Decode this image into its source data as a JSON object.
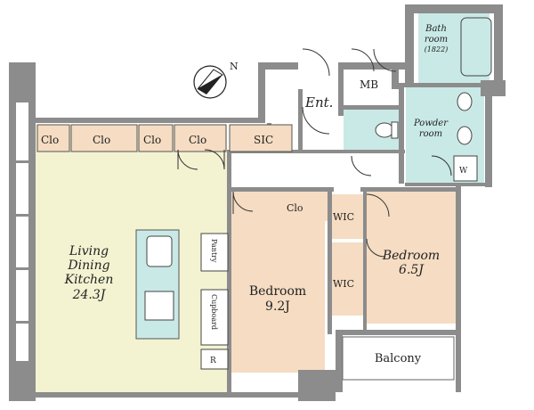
{
  "colors": {
    "wall": "#8c8c8c",
    "living_floor": "#f3f3d2",
    "bedroom_floor": "#f5dcc2",
    "wet_area": "#c9e9e6",
    "closet": "#f5dcc2",
    "counter": "#c9e9e6"
  },
  "icons": [
    "compass-icon"
  ],
  "compass": {
    "label": "N"
  },
  "rooms": {
    "ldk": {
      "line1": "Living",
      "line2": "Dining",
      "line3": "Kitchen",
      "size": "24.3J"
    },
    "bedroom_main": {
      "name": "Bedroom",
      "size": "9.2J"
    },
    "bedroom_second": {
      "name": "Bedroom",
      "size": "6.5J"
    },
    "bath": {
      "line1": "Bath",
      "line2": "room",
      "size": "(1822)"
    },
    "powder": {
      "line1": "Powder",
      "line2": "room"
    },
    "entrance": "Ent.",
    "mb": "MB",
    "balcony": "Balcony",
    "sic": "SIC",
    "wic_top": "WIC",
    "wic_side": "WIC",
    "w": "W",
    "pantry": "Pantry",
    "cupboard": "Cupboard",
    "r": "R"
  },
  "closets": [
    "Clo",
    "Clo",
    "Clo",
    "Clo",
    "Clo"
  ]
}
